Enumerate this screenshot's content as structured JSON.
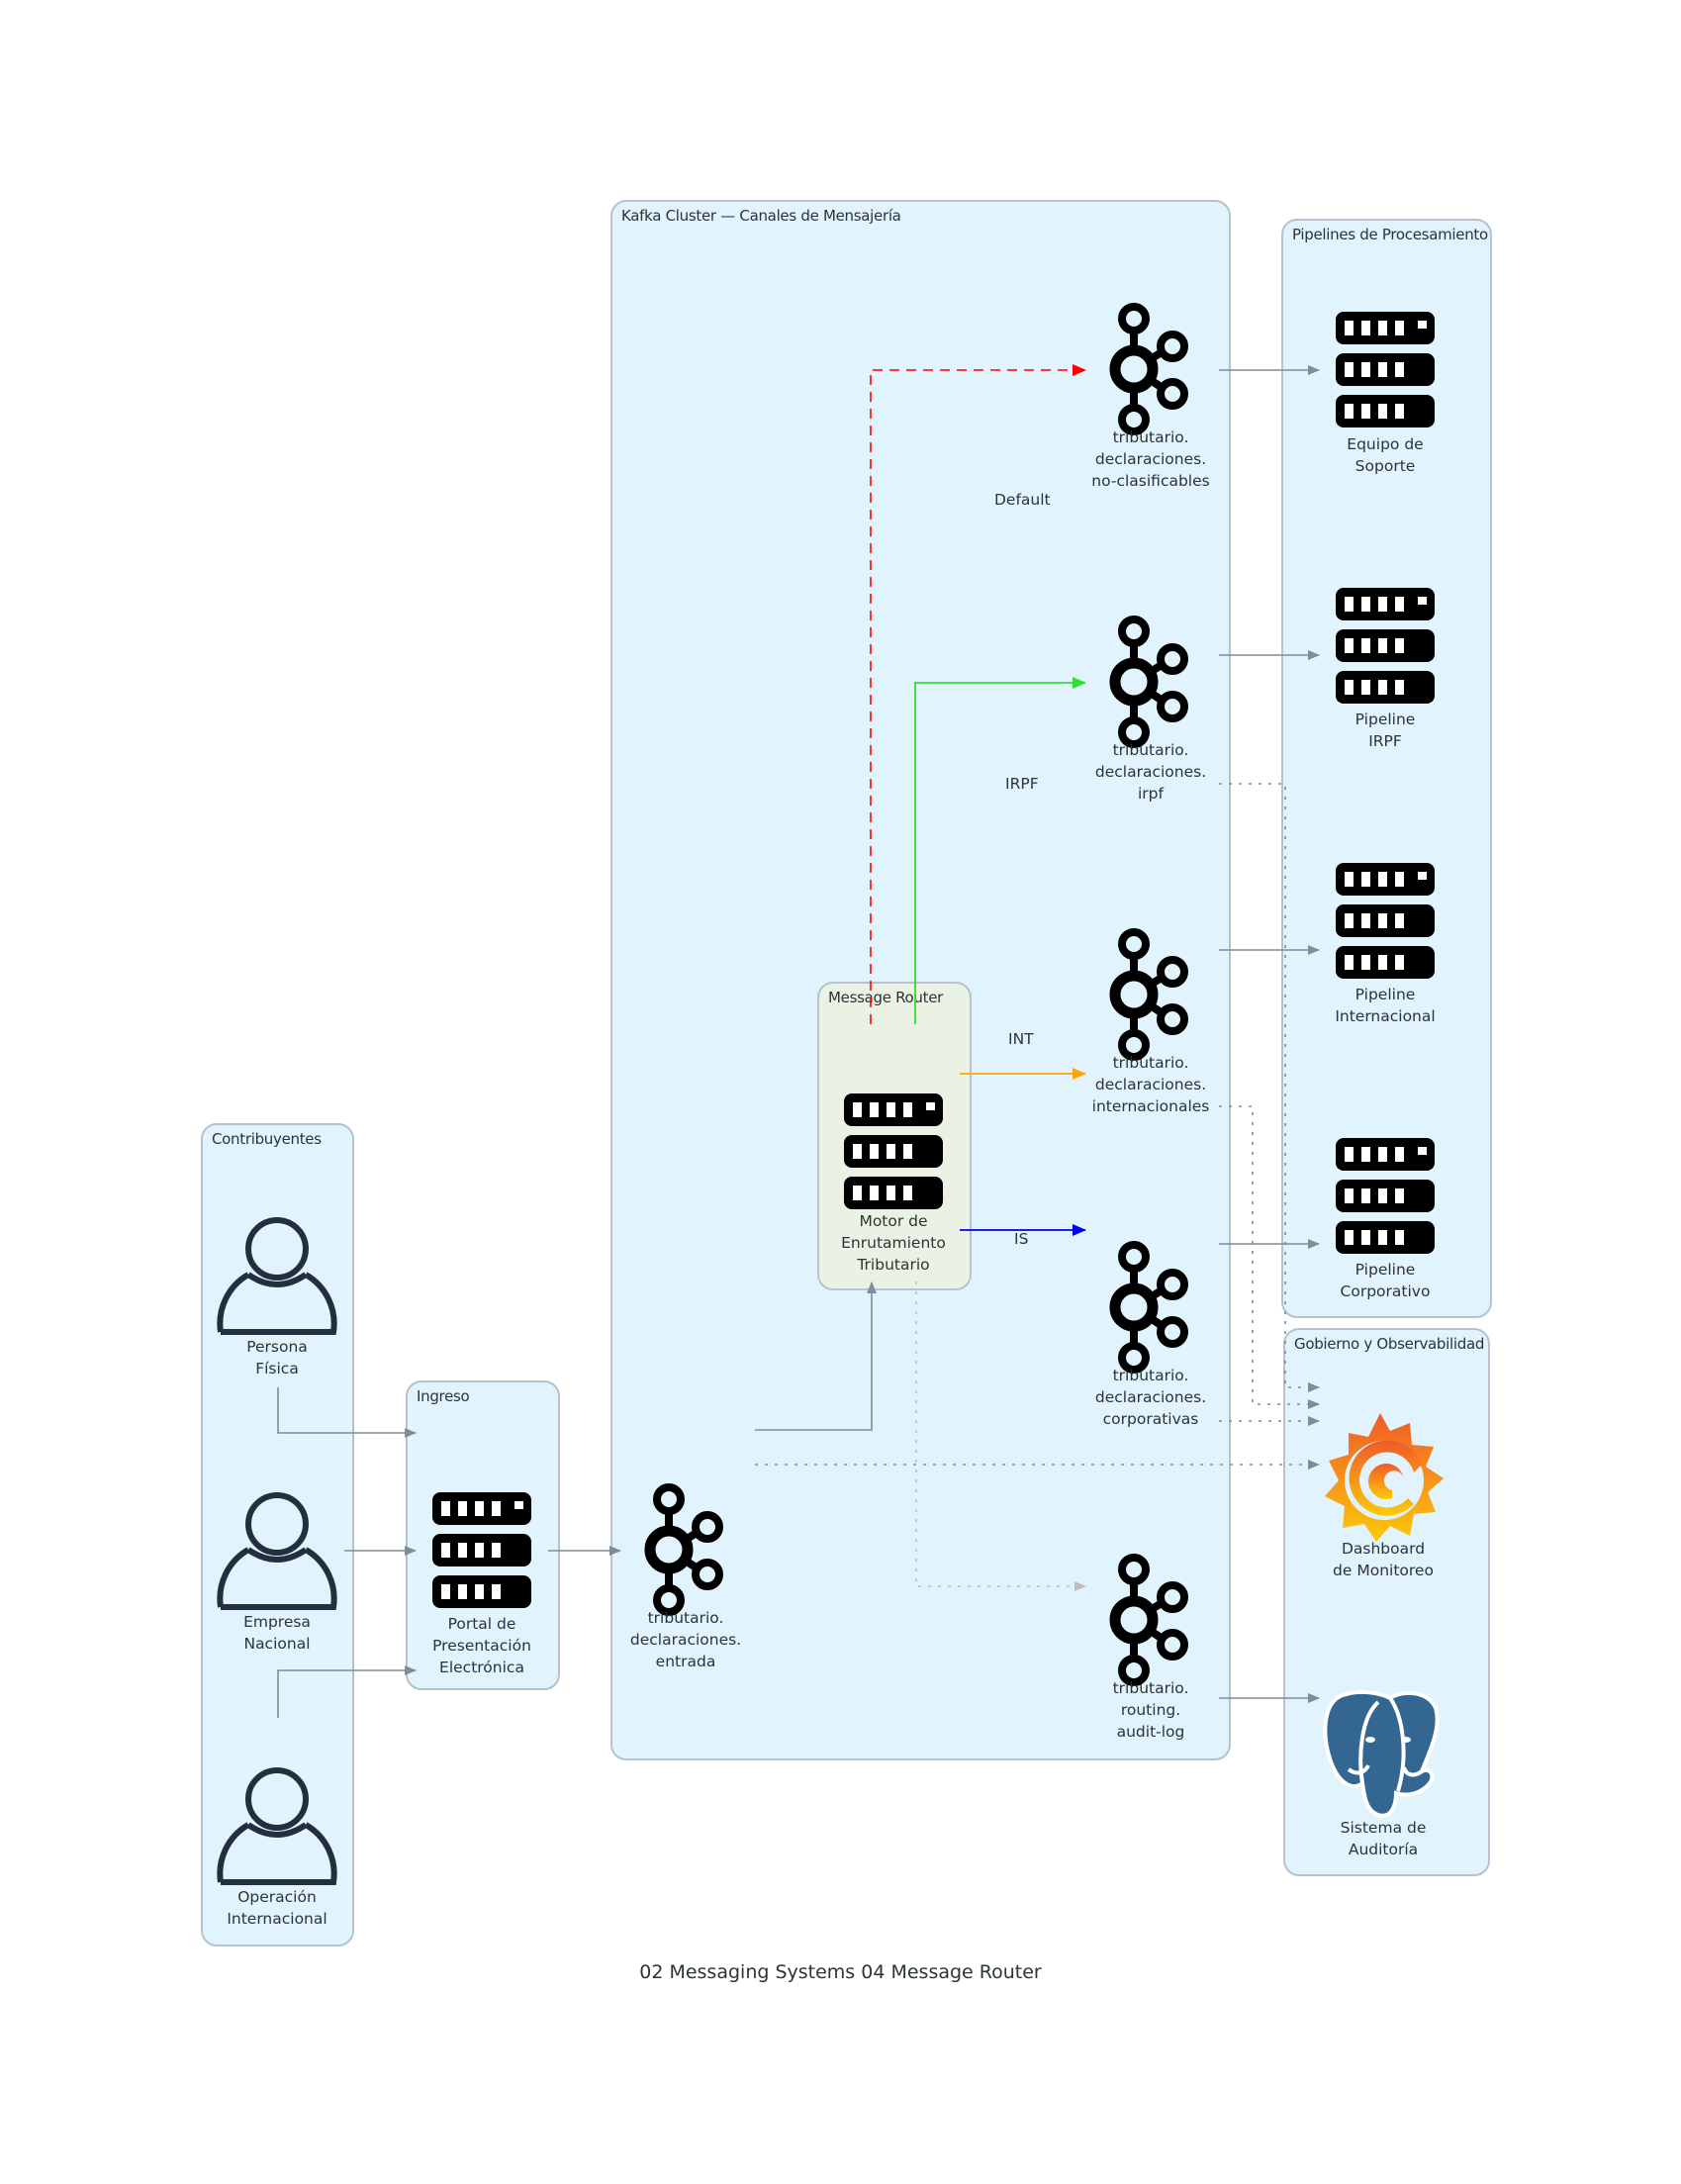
{
  "caption": "02 Messaging Systems 04 Message Router",
  "clusters": {
    "contribuyentes": "Contribuyentes",
    "ingreso": "Ingreso",
    "kafka": "Kafka Cluster — Canales de Mensajería",
    "router": "Message Router",
    "pipelines": "Pipelines de Procesamiento",
    "gobierno": "Gobierno y Observabilidad"
  },
  "nodes": {
    "persona_fisica": {
      "label": [
        "Persona",
        "Física"
      ],
      "icon": "user-icon"
    },
    "empresa_nacional": {
      "label": [
        "Empresa",
        "Nacional"
      ],
      "icon": "user-icon"
    },
    "operacion_internacional": {
      "label": [
        "Operación",
        "Internacional"
      ],
      "icon": "user-icon"
    },
    "portal": {
      "label": [
        "Portal de",
        "Presentación",
        "Electrónica"
      ],
      "icon": "server-icon"
    },
    "topic_entrada": {
      "label": [
        "tributario.",
        "declaraciones.",
        "entrada"
      ],
      "icon": "kafka-icon"
    },
    "motor": {
      "label": [
        "Motor de",
        "Enrutamiento",
        "Tributario"
      ],
      "icon": "server-icon"
    },
    "topic_no_clasificables": {
      "label": [
        "tributario.",
        "declaraciones.",
        "no-clasificables"
      ],
      "icon": "kafka-icon"
    },
    "topic_irpf": {
      "label": [
        "tributario.",
        "declaraciones.",
        "irpf"
      ],
      "icon": "kafka-icon"
    },
    "topic_internacionales": {
      "label": [
        "tributario.",
        "declaraciones.",
        "internacionales"
      ],
      "icon": "kafka-icon"
    },
    "topic_corporativas": {
      "label": [
        "tributario.",
        "declaraciones.",
        "corporativas"
      ],
      "icon": "kafka-icon"
    },
    "topic_audit": {
      "label": [
        "tributario.",
        "routing.",
        "audit-log"
      ],
      "icon": "kafka-icon"
    },
    "soporte": {
      "label": [
        "Equipo de",
        "Soporte"
      ],
      "icon": "server-icon"
    },
    "pipeline_irpf": {
      "label": [
        "Pipeline",
        "IRPF"
      ],
      "icon": "server-icon"
    },
    "pipeline_internacional": {
      "label": [
        "Pipeline",
        "Internacional"
      ],
      "icon": "server-icon"
    },
    "pipeline_corporativo": {
      "label": [
        "Pipeline",
        "Corporativo"
      ],
      "icon": "server-icon"
    },
    "dashboard": {
      "label": [
        "Dashboard",
        "de Monitoreo"
      ],
      "icon": "grafana-icon"
    },
    "auditoria": {
      "label": [
        "Sistema de",
        "Auditoría"
      ],
      "icon": "postgresql-icon"
    }
  },
  "edge_labels": {
    "default": "Default",
    "irpf": "IRPF",
    "int": "INT",
    "is": "IS"
  },
  "colors": {
    "default_route": "#ff0000",
    "irpf_route": "#33dd33",
    "int_route": "#ffa500",
    "is_route": "#0000ee",
    "edge": "#7f8c9a",
    "cluster_fill": "#e1f3fc",
    "router_fill": "#eaf2e5"
  }
}
